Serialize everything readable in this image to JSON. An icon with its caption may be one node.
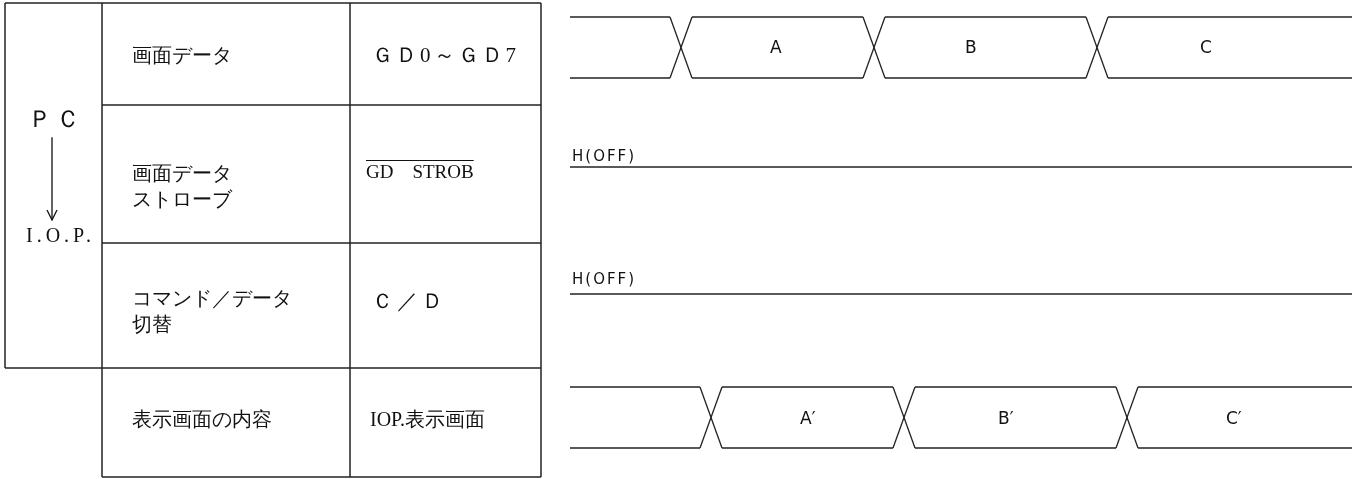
{
  "diagram": {
    "nodes": [
      {
        "text": [
          "ＰＣ"
        ]
      },
      {
        "text": [
          "I.O.P."
        ]
      }
    ],
    "edges": [
      {
        "from": 0,
        "to": 1,
        "arrow": "to"
      }
    ],
    "labels": [
      "画面データ",
      "ＧＤ0～ＧＤ7",
      "A",
      "B",
      "C",
      "画面データストローブ",
      "GD　STROB",
      "H(OFF)",
      "コマンド／データ切替",
      "Ｃ／Ｄ",
      "H(OFF)",
      "表示画面の内容",
      "IOP.表示画面",
      "A′",
      "B′",
      "C′"
    ]
  }
}
